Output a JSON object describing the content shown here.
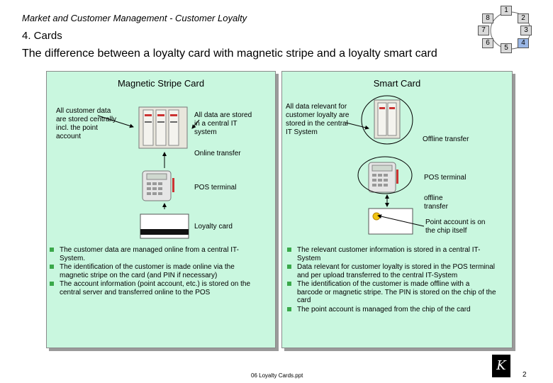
{
  "header": {
    "subtitle": "Market and Customer Management - Customer Loyalty",
    "section": "4. Cards",
    "title": "The difference between a loyalty card with magnetic stripe and a loyalty smart card"
  },
  "nav": {
    "items": [
      "1",
      "2",
      "3",
      "4",
      "5",
      "6",
      "7",
      "8"
    ],
    "active": "4"
  },
  "magnetic": {
    "title": "Magnetic Stripe Card",
    "central_note": "All customer data are stored centrally incl. the point account",
    "server_note": "All data are stored in a central IT system",
    "online_transfer": "Online transfer",
    "pos_terminal": "POS terminal",
    "loyalty_card": "Loyalty card",
    "bullets": [
      "The customer data are managed online from a central IT-System.",
      "The identification of the customer is made online via the magnetic stripe on the card (and PIN if necessary)",
      "The account information (point account, etc.) is stored on the central server and transferred online to the POS"
    ]
  },
  "smart": {
    "title": "Smart Card",
    "relevant_note": "All data relevant for customer loyalty are stored in the central IT System",
    "offline_transfer_1": "Offline transfer",
    "pos_terminal": "POS terminal",
    "offline_transfer_2": "offline transfer",
    "chip_note": "Point account is on the chip itself",
    "bullets": [
      "The relevant customer information is stored in a central IT-System",
      "Data relevant for customer loyalty is stored in the POS terminal and per upload transferred to the central IT-System",
      "The identification of the customer is made offline with a barcode or magnetic stripe. The PIN is stored on the chip of the card",
      "The point account is managed from the chip of the card"
    ]
  },
  "footer": {
    "file": "06 Loyalty Cards.ppt",
    "page": "2",
    "logo_text": "K"
  },
  "colors": {
    "panel_bg": "#c9f7df",
    "bullet": "#3aa84a",
    "nav_active": "#9ab7e6"
  }
}
